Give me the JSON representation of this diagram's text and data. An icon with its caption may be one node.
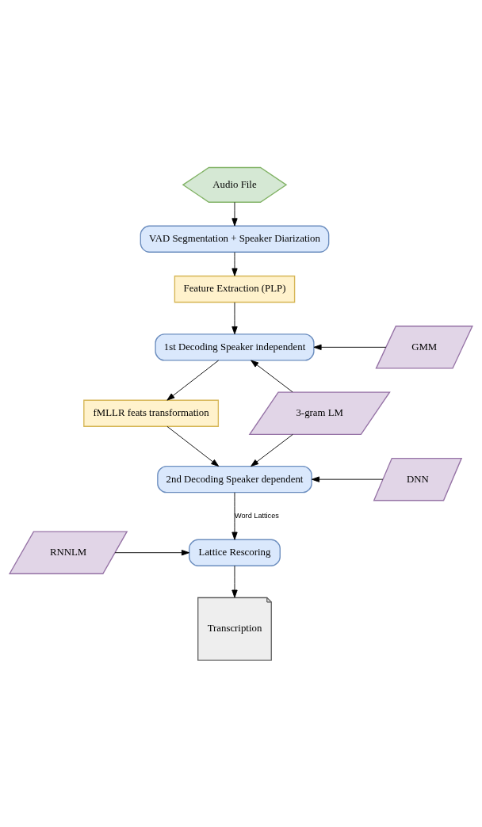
{
  "diagram": {
    "nodes": [
      {
        "text": [
          "Audio File"
        ]
      },
      {
        "text": [
          "VAD Segmentation + Speaker Diarization"
        ]
      },
      {
        "text": [
          "Feature Extraction (PLP)"
        ]
      },
      {
        "text": [
          "1st Decoding Speaker independent"
        ]
      },
      {
        "text": [
          "GMM"
        ]
      },
      {
        "text": [
          "fMLLR feats transformation"
        ]
      },
      {
        "text": [
          "3-gram LM"
        ]
      },
      {
        "text": [
          "2nd Decoding Speaker dependent"
        ]
      },
      {
        "text": [
          "DNN"
        ]
      },
      {
        "text": [
          "RNNLM"
        ]
      },
      {
        "text": [
          "Lattice Rescoring"
        ]
      },
      {
        "text": [
          "Transcription"
        ]
      }
    ],
    "edges": [
      {
        "from": 0,
        "to": 1,
        "arrow": "to"
      },
      {
        "from": 1,
        "to": 2,
        "arrow": "to"
      },
      {
        "from": 2,
        "to": 3,
        "arrow": "to"
      },
      {
        "from": 4,
        "to": 3,
        "arrow": "to"
      },
      {
        "from": 3,
        "to": 5,
        "arrow": "to"
      },
      {
        "from": 6,
        "to": 3,
        "arrow": "to"
      },
      {
        "from": 6,
        "to": 7,
        "arrow": "to"
      },
      {
        "from": 5,
        "to": 7,
        "arrow": "to"
      },
      {
        "from": 8,
        "to": 7,
        "arrow": "to"
      },
      {
        "from": 7,
        "to": 10,
        "arrow": "to",
        "label": "Word Lattices"
      },
      {
        "from": 9,
        "to": 10,
        "arrow": "to"
      },
      {
        "from": 10,
        "to": 11,
        "arrow": "to"
      }
    ]
  }
}
